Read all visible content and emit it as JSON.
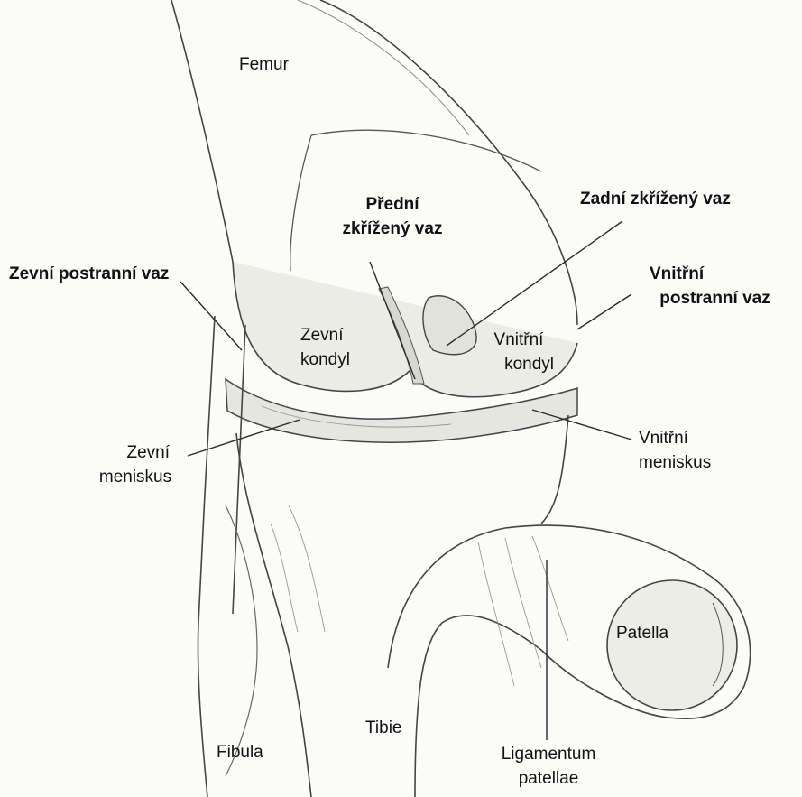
{
  "colors": {
    "ink": "#222222",
    "paper": "#fbfbf9",
    "shade": "#d6d6d0"
  },
  "labels": {
    "femur": "Femur",
    "predni": [
      "Přední",
      "zkřížený vaz"
    ],
    "zadni": "Zadní zkřížený vaz",
    "zevni_postranni": "Zevní postranní vaz",
    "vnitrni_postranni": [
      "Vnitřní",
      "postranní vaz"
    ],
    "zevni_kondyl": [
      "Zevní",
      "kondyl"
    ],
    "vnitrni_kondyl": [
      "Vnitřní",
      "kondyl"
    ],
    "zevni_meniskus": [
      "Zevní",
      "meniskus"
    ],
    "vnitrni_meniskus": [
      "Vnitřní",
      "meniskus"
    ],
    "patella": "Patella",
    "tibie": "Tibie",
    "fibula": "Fibula",
    "ligamentum": [
      "Ligamentum",
      "patellae"
    ]
  }
}
